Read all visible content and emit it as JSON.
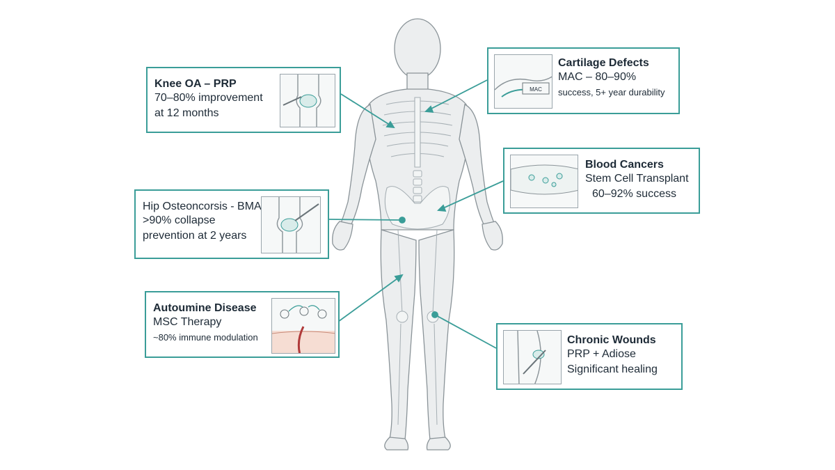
{
  "colors": {
    "accent": "#3a9d98",
    "body_fill": "#eceeef",
    "body_stroke": "#8a9398",
    "text": "#1d2a36"
  },
  "callouts": {
    "knee_oa": {
      "title": "Knee OA – PRP",
      "lines": [
        "70–80% improvement",
        "at 12 months"
      ]
    },
    "hip": {
      "title": "Hip Osteoncorsis - BMAC",
      "lines": [
        ">90% collapse",
        "prevention at 2 years"
      ]
    },
    "autoimmune": {
      "title": "Autoumine Disease",
      "lines": [
        "MSC Therapy",
        "~80% immune modulation"
      ]
    },
    "cartilage": {
      "title": "Cartilage Defects",
      "lines": [
        "MAC – 80–90%",
        "success, 5+ year durability"
      ],
      "image_label": "MAC"
    },
    "blood": {
      "title": "Blood Cancers",
      "lines": [
        "Stem Cell Transplant",
        "60–92% success"
      ]
    },
    "wounds": {
      "title": "Chronic Wounds",
      "lines": [
        "PRP + Adiose",
        "Significant healing"
      ]
    }
  }
}
